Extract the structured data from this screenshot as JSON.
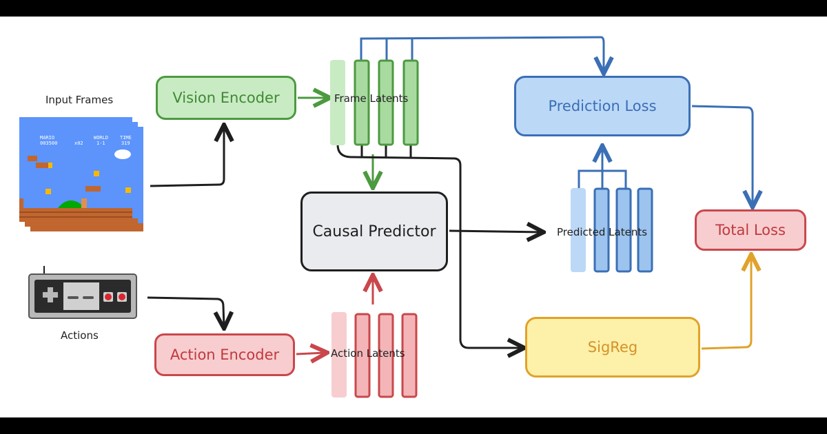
{
  "labels": {
    "input_frames": "Input Frames",
    "actions": "Actions",
    "frame_latents": "Frame Latents",
    "action_latents": "Action Latents",
    "predicted_latents": "Predicted Latents"
  },
  "boxes": {
    "vision_encoder": "Vision Encoder",
    "action_encoder": "Action Encoder",
    "causal_predictor": "Causal Predictor",
    "prediction_loss": "Prediction Loss",
    "total_loss": "Total Loss",
    "sigreg": "SigReg"
  },
  "game_hud": {
    "player": "MARIO",
    "score": "003500",
    "coins": "x02",
    "world_label": "WORLD",
    "world": "1-1",
    "time_label": "TIME",
    "time": "319"
  },
  "colors": {
    "green": "#4c9a3f",
    "green_fill": "#c9ebc4",
    "red": "#c9474b",
    "red_fill": "#f7cdcf",
    "blue": "#3a6fb5",
    "blue_fill": "#bcd8f7",
    "yellow": "#e0a22a",
    "yellow_fill": "#fdf0a8",
    "gray_fill": "#eaebee",
    "ink": "#1e1e1e"
  }
}
